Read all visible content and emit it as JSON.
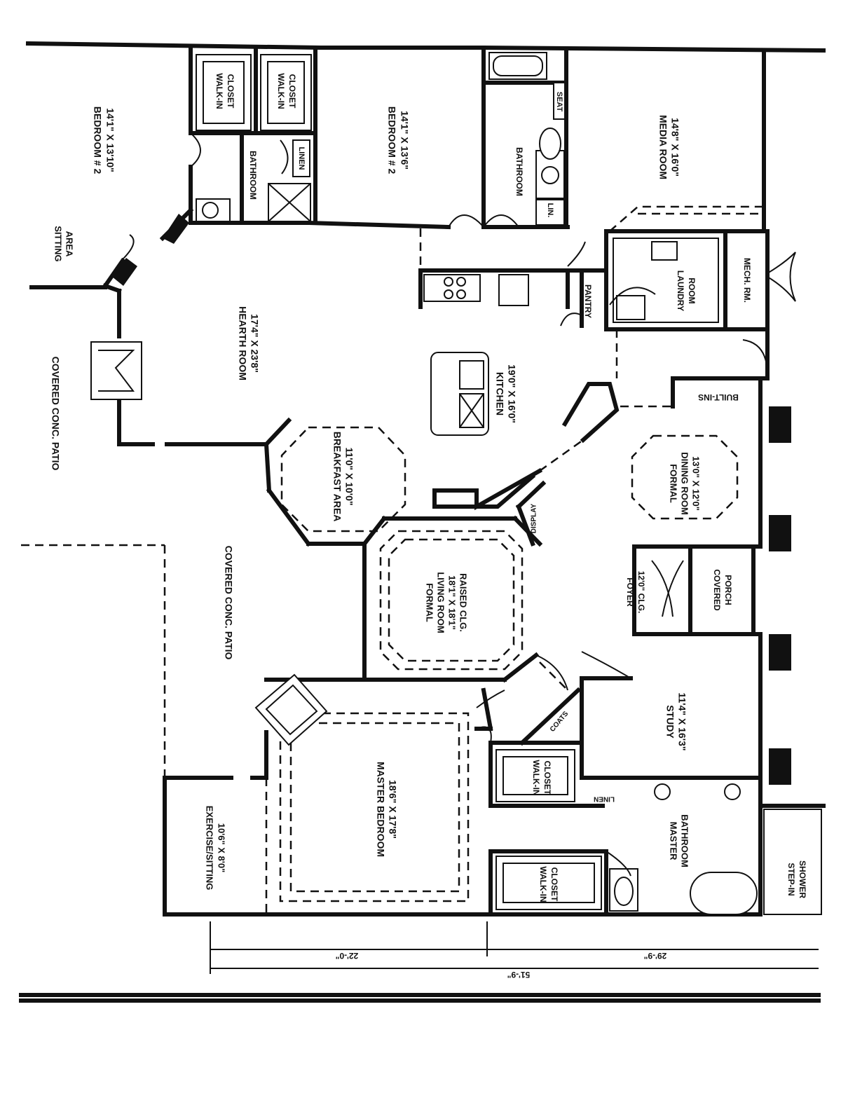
{
  "plan": {
    "rooms": {
      "bedroom_a": {
        "name": "BEDROOM # 2",
        "size": "14'1\" X 13'10\""
      },
      "bedroom_b": {
        "name": "BEDROOM # 2",
        "size": "14'1\" X 13'6\""
      },
      "walk_in_closet_1": {
        "line1": "WALK-IN",
        "line2": "CLOSET"
      },
      "walk_in_closet_2": {
        "line1": "WALK-IN",
        "line2": "CLOSET"
      },
      "bathroom_1": {
        "name": "BATHROOM"
      },
      "linen_1": {
        "name": "LINEN"
      },
      "bathroom_2": {
        "name": "BATHROOM"
      },
      "seat": {
        "name": "SEAT"
      },
      "lin": {
        "name": "LIN."
      },
      "media_room": {
        "name": "MEDIA ROOM",
        "size": "14'8\" X 16'0\""
      },
      "sitting_area": {
        "line1": "SITTING",
        "line2": "AREA"
      },
      "hearth_room": {
        "name": "HEARTH ROOM",
        "size": "17'4\" X 23'8\""
      },
      "kitchen": {
        "name": "KITCHEN",
        "size": "19'0\" X 16'0\""
      },
      "pantry": {
        "name": "PANTRY"
      },
      "laundry_room": {
        "line1": "LAUNDRY",
        "line2": "ROOM"
      },
      "mech_rm": {
        "name": "MECH. RM."
      },
      "covered_patio_top": {
        "name": "COVERED CONC. PATIO"
      },
      "built_ins": {
        "name": "BUILT-INS"
      },
      "breakfast_area": {
        "name": "BREAKFAST AREA",
        "size": "11'0\" X 10'0\""
      },
      "formal_dining": {
        "line1": "FORMAL",
        "line2": "DINING ROOM",
        "size": "13'0\" X 12'0\""
      },
      "display": {
        "name": "DISPLAY"
      },
      "formal_living": {
        "line1": "FORMAL",
        "line2": "LIVING ROOM",
        "size": "18'1\" X 18'1\"",
        "note": "RAISED CLG."
      },
      "foyer": {
        "name": "FOYER",
        "note": "12'0\" CLG."
      },
      "covered_porch": {
        "line1": "COVERED",
        "line2": "PORCH"
      },
      "covered_patio_bottom": {
        "name": "COVERED CONC. PATIO"
      },
      "study": {
        "name": "STUDY",
        "size": "11'4\" X 16'3\""
      },
      "coats": {
        "name": "COATS"
      },
      "master_bedroom": {
        "name": "MASTER BEDROOM",
        "size": "18'6\" X 17'8\""
      },
      "walk_in_closet_3": {
        "line1": "WALK-IN",
        "line2": "CLOSET"
      },
      "linen_2": {
        "name": "LINEN"
      },
      "master_bathroom": {
        "line1": "MASTER",
        "line2": "BATHROOM"
      },
      "walk_in_closet_4": {
        "line1": "WALK-IN",
        "line2": "CLOSET"
      },
      "step_in_shower": {
        "line1": "STEP-IN",
        "line2": "SHOWER"
      },
      "exercise_sitting": {
        "name": "EXERCISE/SITTING",
        "size": "10'6\" X 8'0\""
      }
    },
    "dimensions": {
      "left": "22'-0\"",
      "right": "29'-9\"",
      "overall": "51'-9\""
    }
  }
}
